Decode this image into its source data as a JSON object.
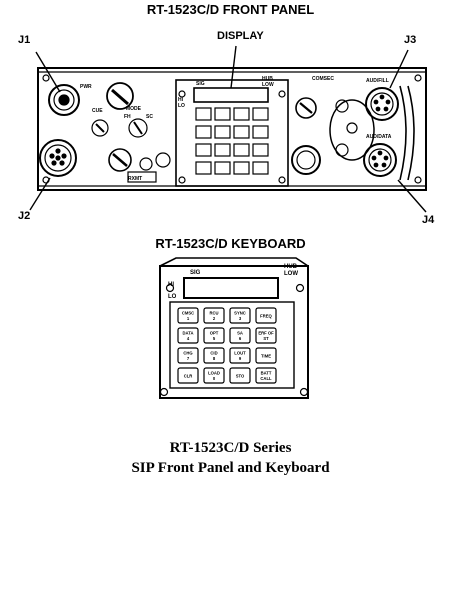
{
  "headings": {
    "front_panel": "RT-1523C/D FRONT PANEL",
    "keyboard": "RT-1523C/D KEYBOARD"
  },
  "callouts": {
    "display": "DISPLAY",
    "j1": "J1",
    "j2": "J2",
    "j3": "J3",
    "j4": "J4"
  },
  "panel_labels": {
    "sig": "SIG",
    "hub": "HUB",
    "low": "LOW",
    "hi": "HI",
    "lo": "LO",
    "mode": "MODE",
    "fh": "FH",
    "sc": "SC",
    "cue": "CUE",
    "cmsc": "COMSEC",
    "aud_fill": "AUD/FILL",
    "aud_data": "AUD/DATA",
    "pwr": "PWR",
    "rxmt": "RXMT"
  },
  "keys": [
    [
      "CMSC 1",
      "RCU 2",
      "SYNC 3",
      "FREQ"
    ],
    [
      "DATA 4",
      "OPT 5",
      "SA 6",
      "ERF OF ST"
    ],
    [
      "CHG 7",
      "CID 8",
      "LOUT 9",
      "TIME"
    ],
    [
      "CLR",
      "LOAD 0",
      "STO",
      "BATT CALL"
    ]
  ],
  "caption": {
    "line1": "RT-1523C/D Series",
    "line2": "SIP Front Panel and Keyboard"
  }
}
